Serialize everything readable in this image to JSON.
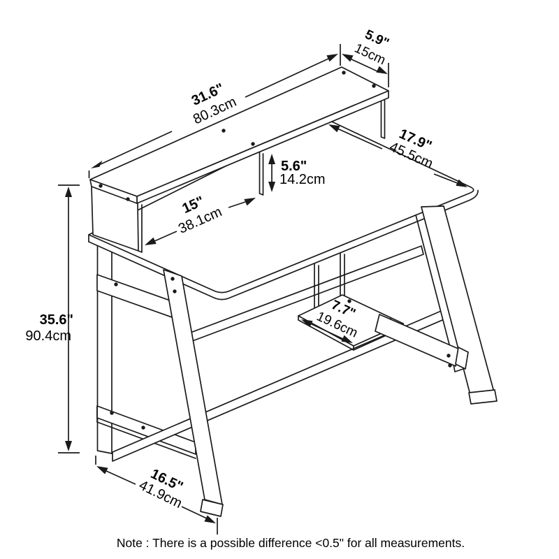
{
  "figure": {
    "background": "#ffffff",
    "line_color": "#1a1a1a",
    "dimensions": {
      "hutch_width": {
        "inches": "31.6\"",
        "cm": "80.3cm"
      },
      "hutch_depth": {
        "inches": "5.9\"",
        "cm": "15cm"
      },
      "desk_depth": {
        "inches": "17.9\"",
        "cm": "45.5cm"
      },
      "opening_height": {
        "inches": "5.6\"",
        "cm": "14.2cm"
      },
      "opening_width": {
        "inches": "15\"",
        "cm": "38.1cm"
      },
      "desk_height": {
        "inches": "35.6\"",
        "cm": "90.4cm"
      },
      "shelf_depth": {
        "inches": "7.7\"",
        "cm": "19.6cm"
      },
      "base_depth": {
        "inches": "16.5\"",
        "cm": "41.9cm"
      }
    },
    "note": "Note : There is a possible difference <0.5\" for all measurements."
  }
}
